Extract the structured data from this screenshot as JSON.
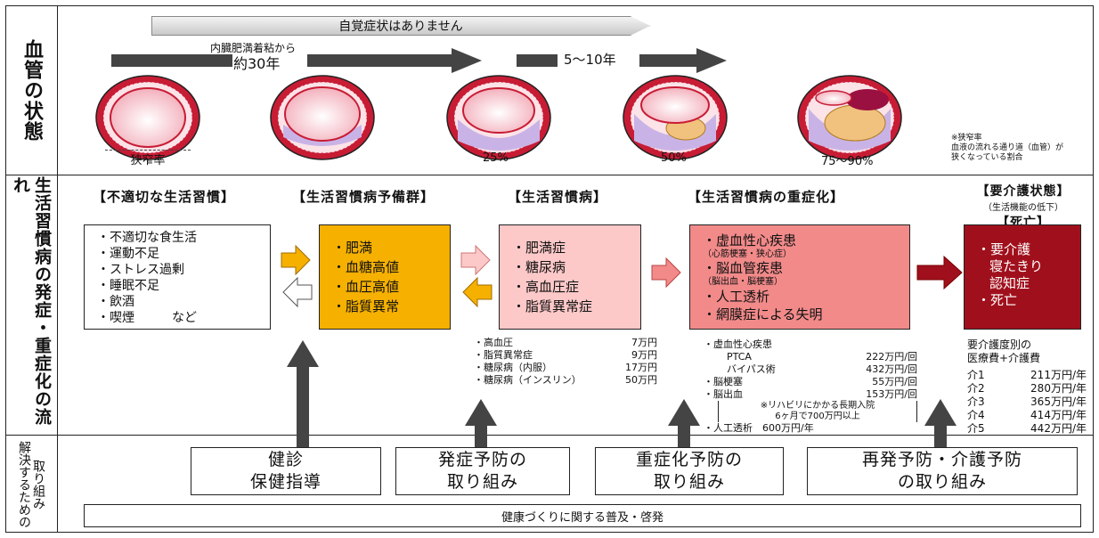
{
  "side_labels": {
    "vessel": "血管の状態",
    "flow": "生活習慣病の発症・重症化の流れ",
    "efforts": [
      "解決するための",
      "取り組み"
    ]
  },
  "top": {
    "banner": "自覚症状はありません",
    "arrow1_top": "内臓肥満着粘から",
    "arrow1_bottom": "約30年",
    "arrow2": "5～10年",
    "stenosis_label": "狭窄率",
    "percents": [
      "25%",
      "50%",
      "75～90%"
    ],
    "note": [
      "※狭窄率",
      "血液の流れる通り道（血管）が",
      "狭くなっている割合"
    ]
  },
  "categories": {
    "c1": "【不適切な生活習慣】",
    "c2": "【生活習慣病予備群】",
    "c3": "【生活習慣病】",
    "c4": "【生活習慣病の重症化】",
    "c5a": "【要介護状態】",
    "c5b": "（生活機能の低下）",
    "c5c": "【死亡】"
  },
  "boxes": {
    "habits": [
      "・不適切な食生活",
      "・運動不足",
      "・ストレス過剰",
      "・睡眠不足",
      "・飲酒",
      "・喫煙　　　など"
    ],
    "prediabetes": [
      "・肥満",
      "・血糖高値",
      "・血圧高値",
      "・脂質異常"
    ],
    "disease": [
      "・肥満症",
      "・糖尿病",
      "・高血圧症",
      "・脂質異常症"
    ],
    "severe": [
      "・虚血性心疾患",
      "（心筋梗塞・狭心症）",
      "・脳血管疾患",
      "（脳出血・脳梗塞）",
      "・人工透析",
      "・網膜症による失明"
    ],
    "care": [
      "・要介護",
      "寝たきり",
      "認知症",
      "・死亡"
    ]
  },
  "costs_disease": [
    [
      "・高血圧",
      "7万円"
    ],
    [
      "・脂質異常症",
      "9万円"
    ],
    [
      "・糖尿病（内服）",
      "17万円"
    ],
    [
      "・糖尿病（インスリン）",
      "50万円"
    ]
  ],
  "costs_severe": {
    "heading": "・虚血性心疾患",
    "rows": [
      [
        "PTCA",
        "222万円/回"
      ],
      [
        "バイパス術",
        "432万円/回"
      ],
      [
        "・脳梗塞",
        "55万円/回"
      ],
      [
        "・脳出血",
        "153万円/回"
      ]
    ],
    "rehab_note": [
      "※リハビリにかかる長期入院",
      "6ヶ月で700万円以上"
    ],
    "dialysis": "・人工透析　600万円/年"
  },
  "costs_care": {
    "heading": [
      "要介護度別の",
      "医療費+介護費"
    ],
    "rows": [
      [
        "介1",
        "211万円/年"
      ],
      [
        "介2",
        "280万円/年"
      ],
      [
        "介3",
        "365万円/年"
      ],
      [
        "介4",
        "414万円/年"
      ],
      [
        "介5",
        "442万円/年"
      ]
    ]
  },
  "efforts": {
    "e1": [
      "健診",
      "保健指導"
    ],
    "e2": [
      "発症予防の",
      "取り組み"
    ],
    "e3": [
      "重症化予防の",
      "取り組み"
    ],
    "e4": [
      "再発予防・介護予防",
      "の取り組み"
    ],
    "footer": "健康づくりに関する普及・啓発"
  },
  "colors": {
    "prediabetes_bg": "#f5b000",
    "disease_bg": "#fcc8c8",
    "severe_bg": "#f28a8a",
    "care_bg": "#a0101c",
    "arrow_dark": "#444444"
  }
}
